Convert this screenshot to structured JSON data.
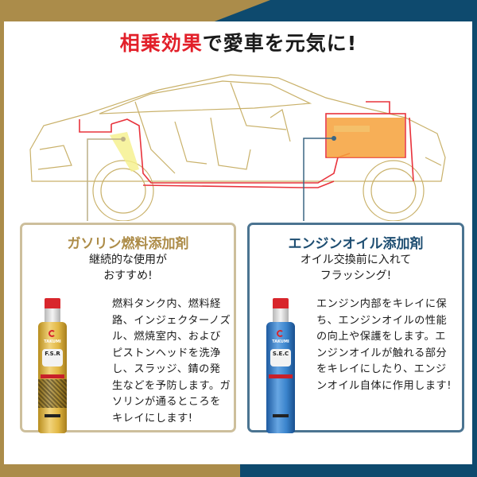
{
  "colors": {
    "gold": "#ab8c4a",
    "navy": "#0e4a6e",
    "accent_red": "#e2202a",
    "gold_title": "#ad8c48",
    "blue_title": "#1e4e72",
    "left_border": "#cdbf9c",
    "right_border": "#4b7491"
  },
  "headline": {
    "highlight": "相乗効果",
    "rest": "で愛車を元気に!"
  },
  "diagram": {
    "description": "car-cutaway-fuel-system-and-engine"
  },
  "products": [
    {
      "title": "ガソリン燃料添加剤",
      "subtitle_line1": "継続的な使用が",
      "subtitle_line2": "おすすめ!",
      "body": "燃料タンク内、燃料経路、インジェクターノズル、燃焼室内、およびピストンヘッドを洗浄し、スラッジ、錆の発生などを予防します。ガソリンが通るところをキレイにします!",
      "bottle": {
        "brand": "TAKUMI",
        "name": "F.S.R",
        "color": "gold"
      }
    },
    {
      "title": "エンジンオイル添加剤",
      "subtitle_line1": "オイル交換前に入れて",
      "subtitle_line2": "フラッシング!",
      "body": "エンジン内部をキレイに保ち、エンジンオイルの性能の向上や保護をします。エンジンオイルが触れる部分をキレイにしたり、エンジンオイル自体に作用します!",
      "bottle": {
        "brand": "TAKUMI",
        "name": "S.E.C",
        "color": "blue"
      }
    }
  ]
}
